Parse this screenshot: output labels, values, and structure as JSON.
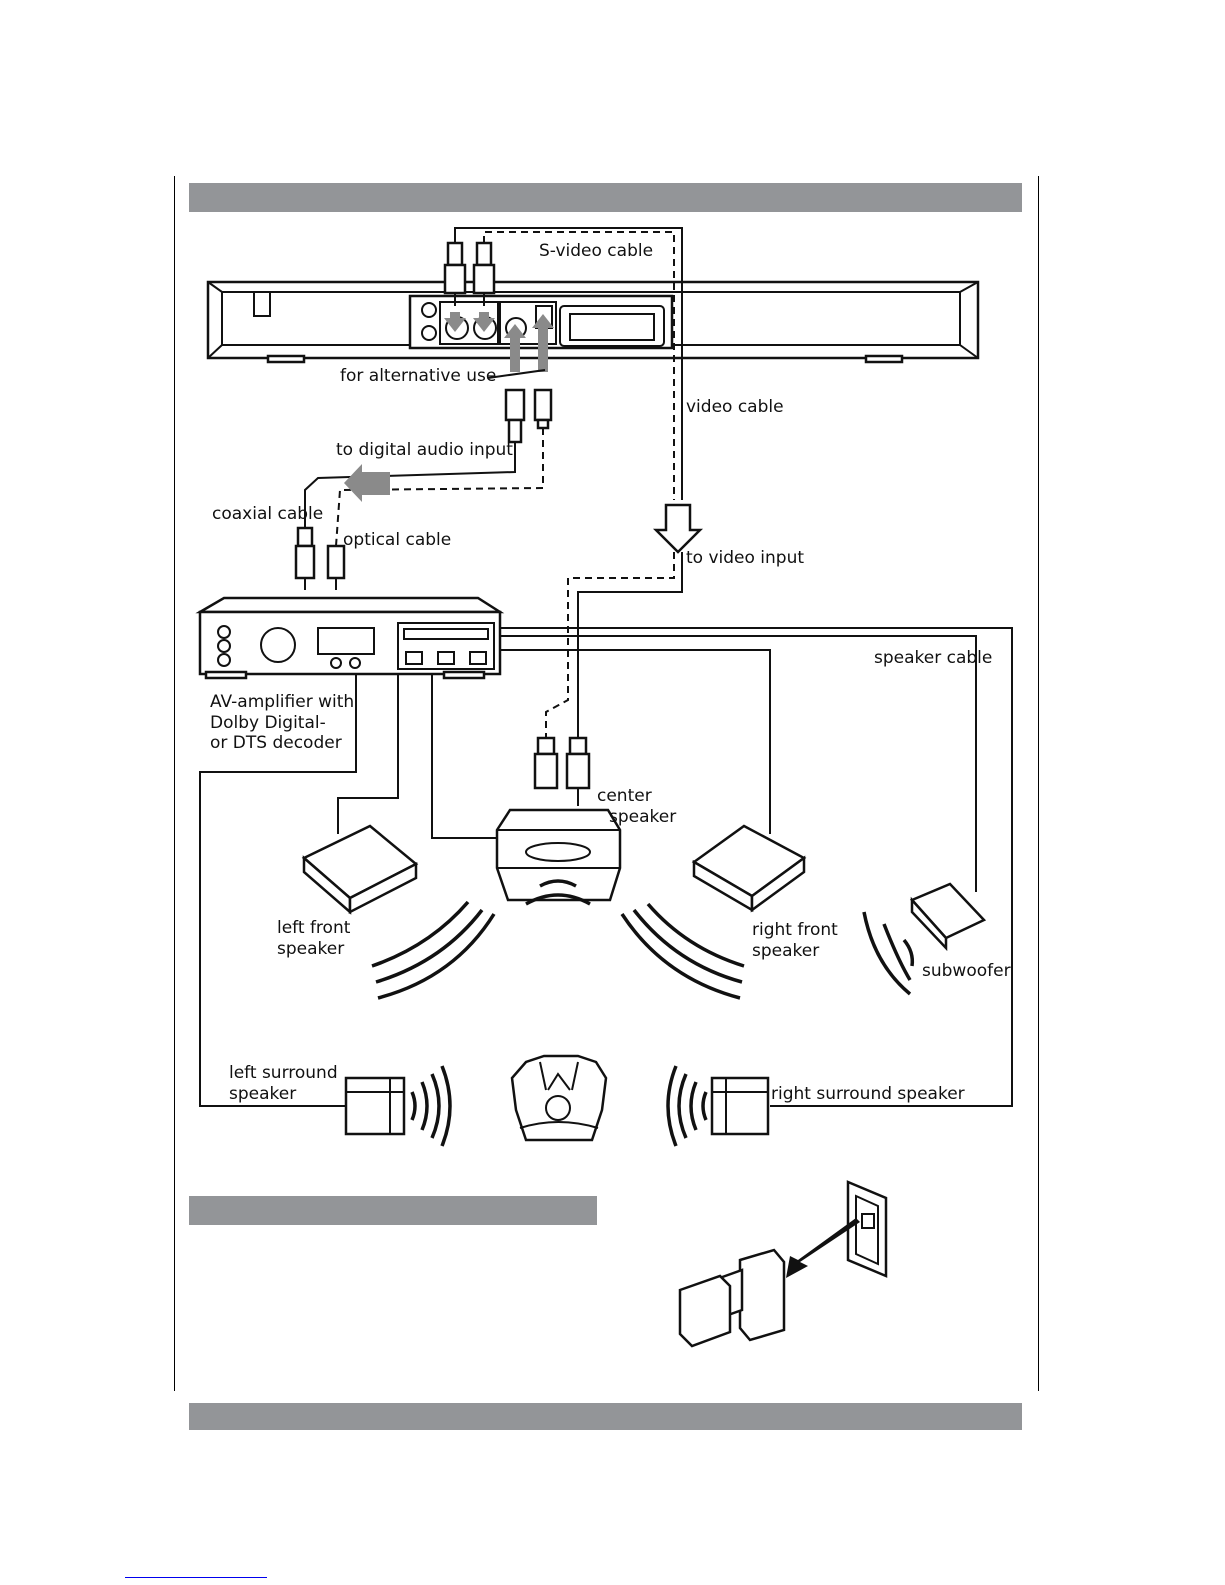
{
  "colors": {
    "bar": "#939598",
    "ink": "#111111",
    "arrow_gray": "#8a8a8a"
  },
  "labels": {
    "svideo_cable": "S-video cable",
    "for_alternative_use": "for alternative use",
    "video_cable": "video cable",
    "to_digital_audio_input": "to digital audio input",
    "coaxial_cable": "coaxial cable",
    "optical_cable": "optical cable",
    "to_video_input": "to video input",
    "speaker_cable": "speaker cable",
    "amplifier_line1": "AV-amplifier with",
    "amplifier_line2": "Dolby Digital-",
    "amplifier_line3": "or DTS decoder",
    "center_line1": "center",
    "center_line2": "speaker",
    "left_front_line1": "left front",
    "left_front_line2": "speaker",
    "right_front_line1": "right front",
    "right_front_line2": "speaker",
    "subwoofer": "subwoofer",
    "left_surround_line1": "left surround",
    "left_surround_line2": "speaker",
    "right_surround": "right surround speaker"
  }
}
